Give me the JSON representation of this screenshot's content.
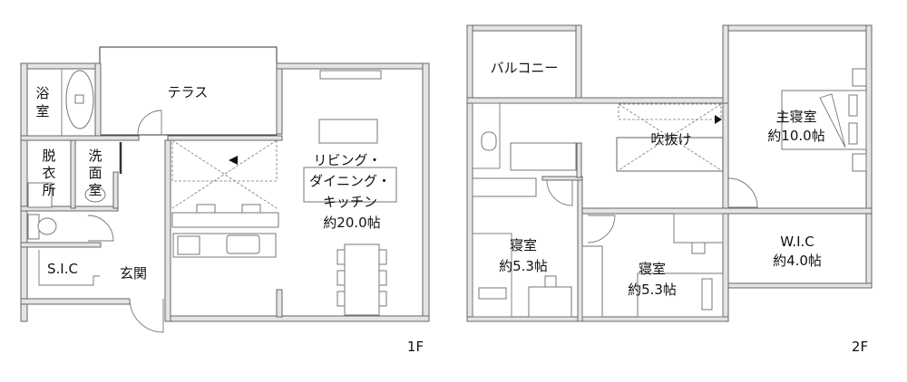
{
  "floor1": {
    "floor_label": "1F",
    "rooms": {
      "bath": [
        "浴",
        "室"
      ],
      "terrace": "テラス",
      "dressing": [
        "脱",
        "衣",
        "所"
      ],
      "washroom": [
        "洗",
        "面",
        "室"
      ],
      "ldk": [
        "リビング・",
        "ダイニング・",
        "キッチン",
        "約20.0帖"
      ],
      "sic": "S.I.C",
      "entrance": "玄関"
    }
  },
  "floor2": {
    "floor_label": "2F",
    "rooms": {
      "balcony": "バルコニー",
      "void": "吹抜け",
      "master_bedroom": [
        "主寝室",
        "約10.0帖"
      ],
      "wic": [
        "W.I.C",
        "約4.0帖"
      ],
      "bedroom1": [
        "寝室",
        "約5.3帖"
      ],
      "bedroom2": [
        "寝室",
        "約5.3帖"
      ]
    }
  }
}
